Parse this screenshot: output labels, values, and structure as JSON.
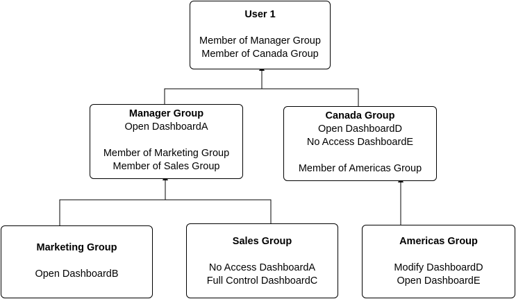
{
  "nodes": {
    "user1": {
      "title": "User 1",
      "lines": [
        "Member of Manager Group",
        "Member of Canada Group"
      ]
    },
    "manager": {
      "title": "Manager Group",
      "lines": [
        "Open DashboardA",
        "",
        "Member of Marketing Group",
        "Member of Sales Group"
      ]
    },
    "canada": {
      "title": "Canada Group",
      "lines": [
        "Open DashboardD",
        "No Access DashboardE",
        "",
        "Member of Americas Group"
      ]
    },
    "marketing": {
      "title": "Marketing Group",
      "lines": [
        "Open DashboardB"
      ]
    },
    "sales": {
      "title": "Sales Group",
      "lines": [
        "No Access DashboardA",
        "Full Control DashboardC"
      ]
    },
    "americas": {
      "title": "Americas Group",
      "lines": [
        "Modify DashboardD",
        "Open DashboardE"
      ]
    }
  }
}
